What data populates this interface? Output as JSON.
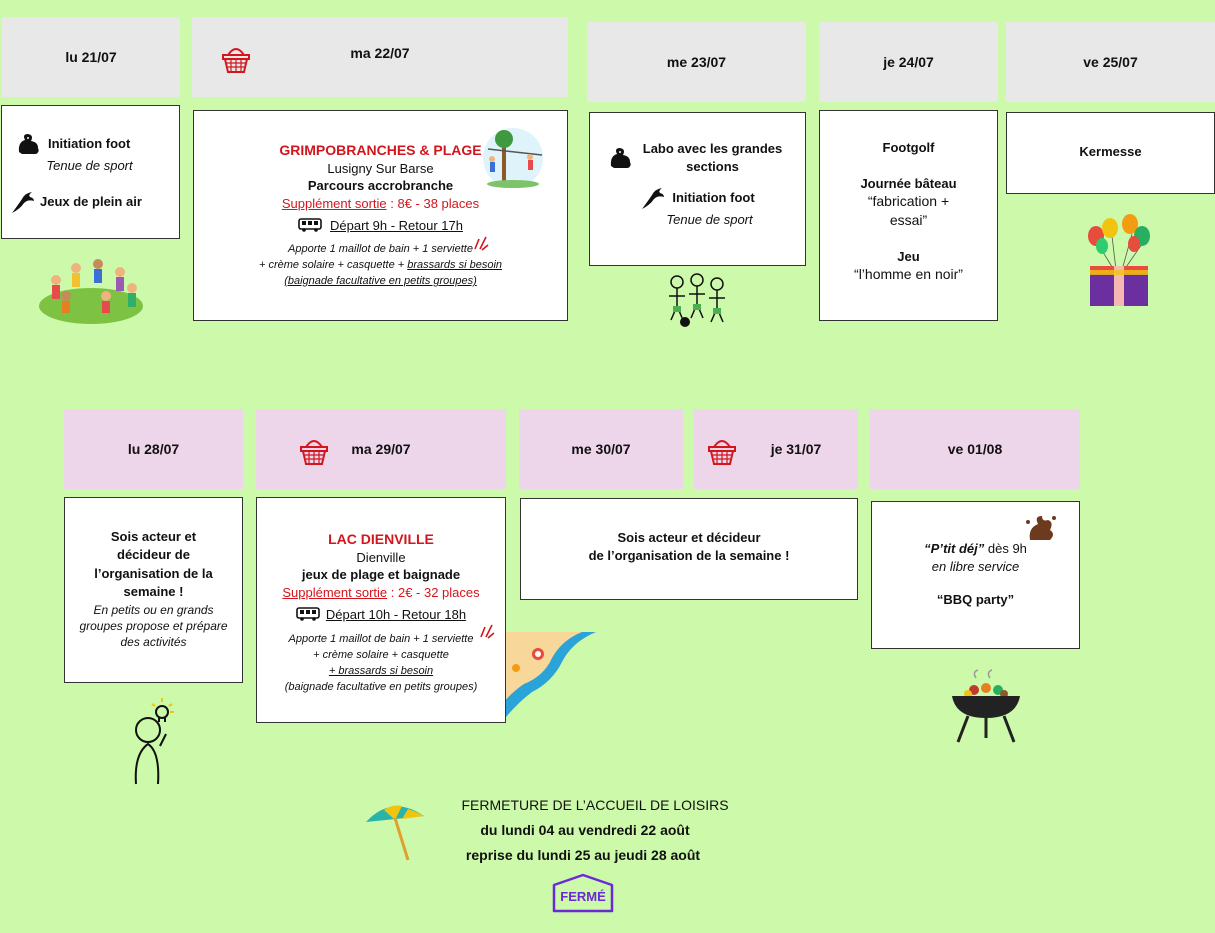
{
  "week1": {
    "days": [
      "lu 21/07",
      "ma 22/07",
      "me 23/07",
      "je 24/07",
      "ve 25/07"
    ],
    "mon": {
      "act1": "Initiation foot",
      "act1_note": "Tenue de sport",
      "act2": "Jeux de plein air"
    },
    "tue": {
      "title": "GRIMPOBRANCHES & PLAGE",
      "place": "Lusigny Sur Barse",
      "activity": "Parcours accrobranche",
      "supp_label": "Supplément sortie",
      "supp_value": " : 8€ ",
      "supp_places": " - 38 places",
      "schedule": "Départ 9h - Retour 17h",
      "bring1": "Apporte 1 maillot de bain + 1 serviette",
      "bring2a": "+ crème solaire + casquette + ",
      "bring2b": "brassards si besoin",
      "bring3": "(baignade facultative en petits groupes)"
    },
    "wed": {
      "act1": "Labo avec les grandes sections",
      "act2": "Initiation foot",
      "act2_note": "Tenue de sport"
    },
    "thu": {
      "act1": "Footgolf",
      "act2": "Journée bâteau",
      "act2_note": "“fabrication + essai”",
      "act3": "Jeu",
      "act3_note": "“l’homme en noir”"
    },
    "fri": {
      "act1": "Kermesse"
    }
  },
  "week2": {
    "days": [
      "lu 28/07",
      "ma 29/07",
      "me 30/07",
      "je 31/07",
      "ve 01/08"
    ],
    "mon": {
      "line1": "Sois acteur et décideur de l’organisation de la semaine !",
      "line2": "En petits ou en grands groupes propose et prépare des activités"
    },
    "tue": {
      "title": "LAC DIENVILLE",
      "place": "Dienville",
      "activity": "jeux de plage et baignade",
      "supp_label": "Supplément sortie",
      "supp_value": " : 2€  - 32 places",
      "schedule": "Départ 10h - Retour 18h",
      "bring1": "Apporte 1 maillot de bain + 1 serviette",
      "bring2": "+ crème solaire + casquette",
      "bring3": "+ brassards si besoin",
      "bring4": "(baignade facultative en petits groupes)"
    },
    "wedthu": {
      "line1": "Sois acteur et décideur",
      "line2": "de l’organisation de la semaine !"
    },
    "fri": {
      "line1a": "“P’tit déj”",
      "line1b": " dès 9h",
      "line2": "en libre service",
      "line3": "“BBQ party”"
    }
  },
  "closure": {
    "title": "FERMETURE DE L’ACCUEIL DE LOISIRS",
    "line1": "du lundi 04 au vendredi 22 août",
    "line2": "reprise du lundi 25 au jeudi 28 août",
    "stamp": "FERMÉ"
  },
  "colors": {
    "background": "#ccf9aa",
    "week1_header": "#e8e8e8",
    "week2_header": "#edd5ea",
    "accent_red": "#d3161d",
    "stamp_purple": "#6a2bd6"
  }
}
